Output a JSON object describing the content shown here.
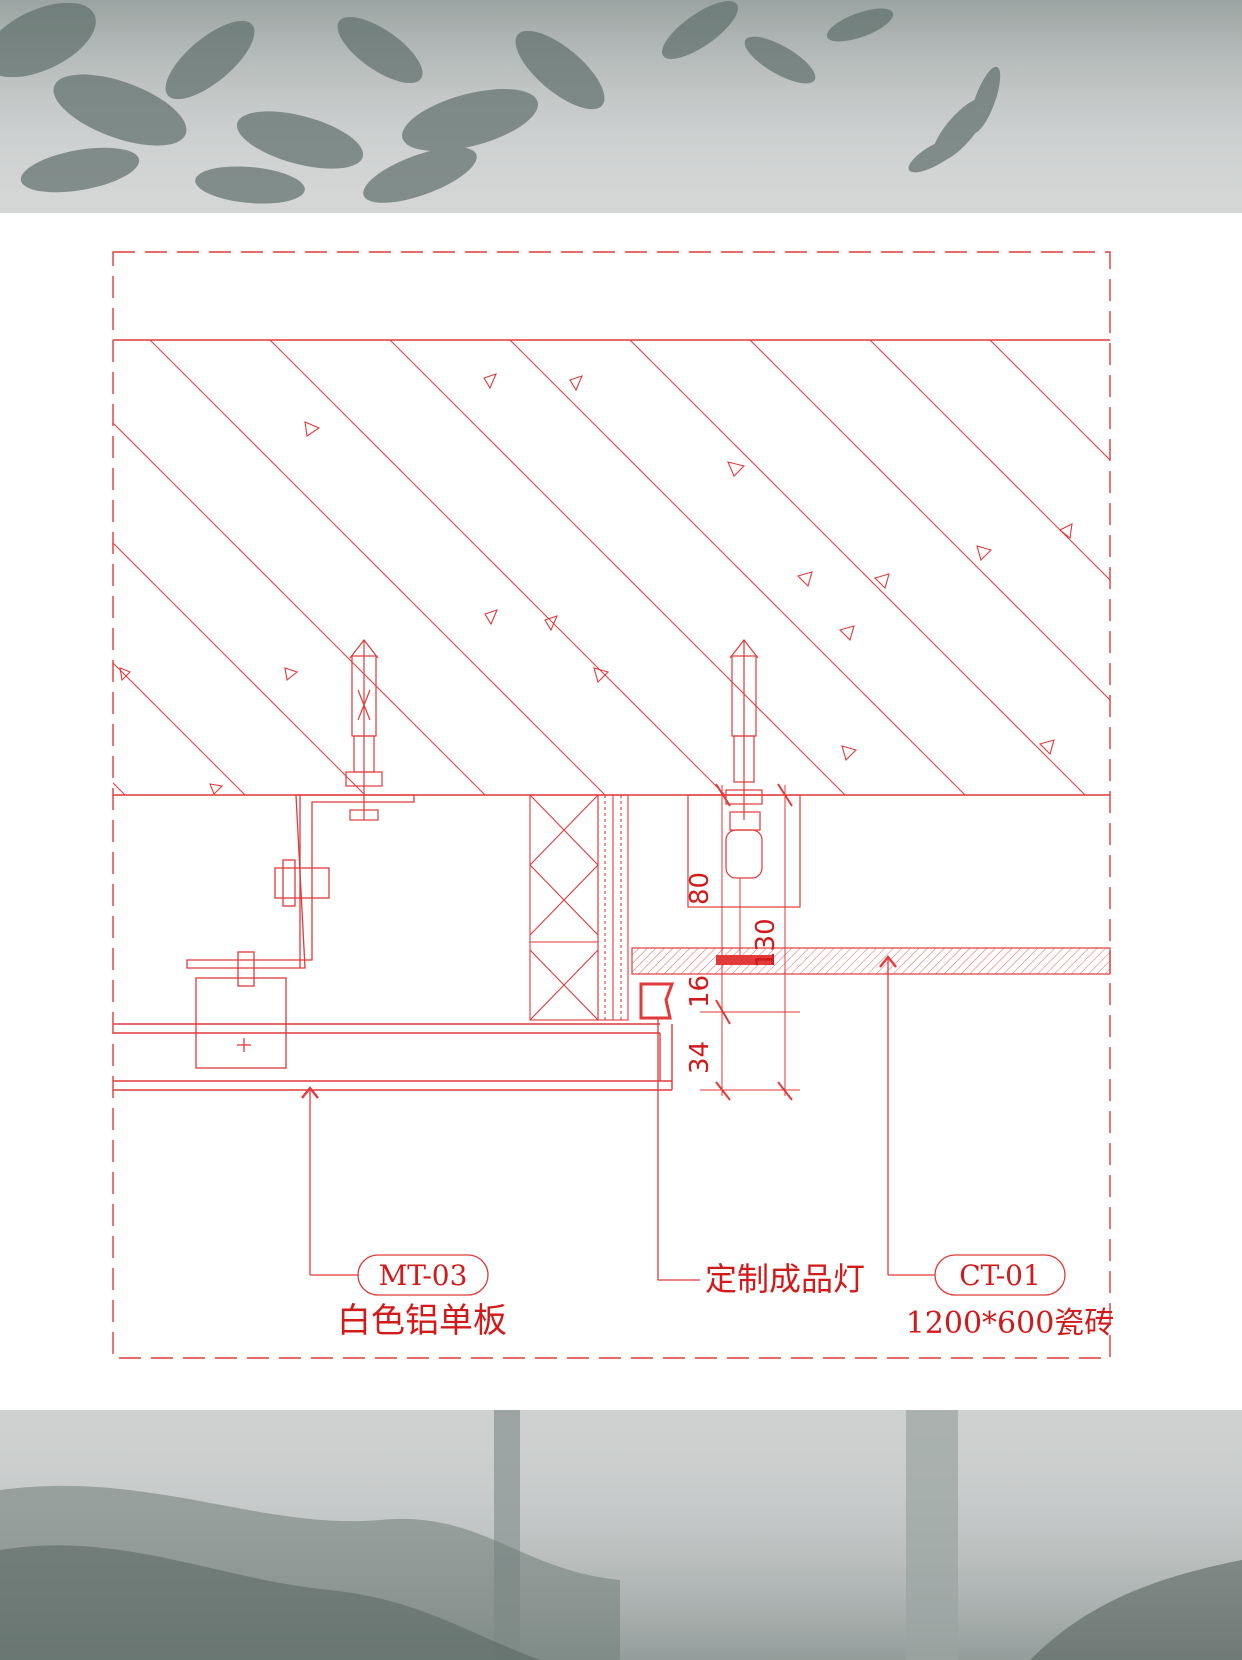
{
  "labels": {
    "left": {
      "code": "MT-03",
      "name": "白色铝单板"
    },
    "middle": {
      "name": "定制成品灯"
    },
    "right": {
      "code": "CT-01",
      "name": "1200*600瓷砖"
    }
  },
  "dimensions": [
    "80",
    "130",
    "16",
    "34"
  ],
  "colors": {
    "line": "#e03a3a",
    "text": "#d11a1a",
    "band": "#d4d6d6",
    "foliage": "#5f6f6b"
  },
  "icons": [
    "foliage-icon",
    "tree-trunk-icon"
  ]
}
